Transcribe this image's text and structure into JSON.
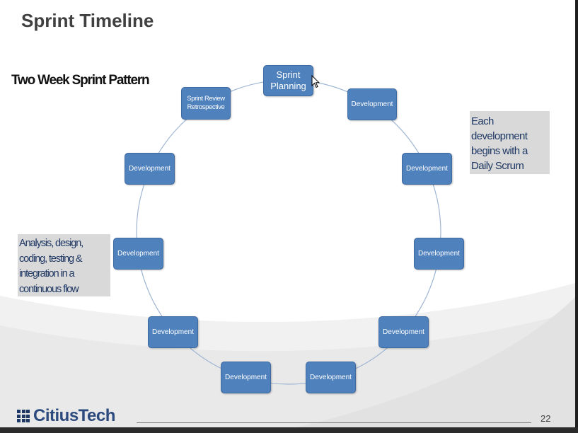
{
  "slide": {
    "title": "Sprint Timeline",
    "subtitle": "Two Week Sprint Pattern",
    "page_number": "22",
    "logo_text": "CitiusTech"
  },
  "cycle": {
    "nodes": [
      {
        "label": [
          "Sprint",
          "Planning"
        ]
      },
      {
        "label": [
          "Development"
        ]
      },
      {
        "label": [
          "Development"
        ]
      },
      {
        "label": [
          "Development"
        ]
      },
      {
        "label": [
          "Development"
        ]
      },
      {
        "label": [
          "Development"
        ]
      },
      {
        "label": [
          "Development"
        ]
      },
      {
        "label": [
          "Development"
        ]
      },
      {
        "label": [
          "Development"
        ]
      },
      {
        "label": [
          "Development"
        ]
      },
      {
        "label": [
          "Sprint Review",
          "Retrospective"
        ]
      }
    ]
  },
  "notes": {
    "left": [
      "Analysis, design,",
      "coding, testing &",
      "integration in a",
      "continuous flow"
    ],
    "right": [
      "Each",
      "development",
      "begins with a",
      "Daily Scrum"
    ]
  },
  "colors": {
    "node_fill": "#4f81bd",
    "node_border": "#3d6aa0",
    "note_fill": "#d9d9d9",
    "note_text": "#1f3864",
    "logo": "#2c4a7e",
    "ring": "#9fb6d3"
  }
}
